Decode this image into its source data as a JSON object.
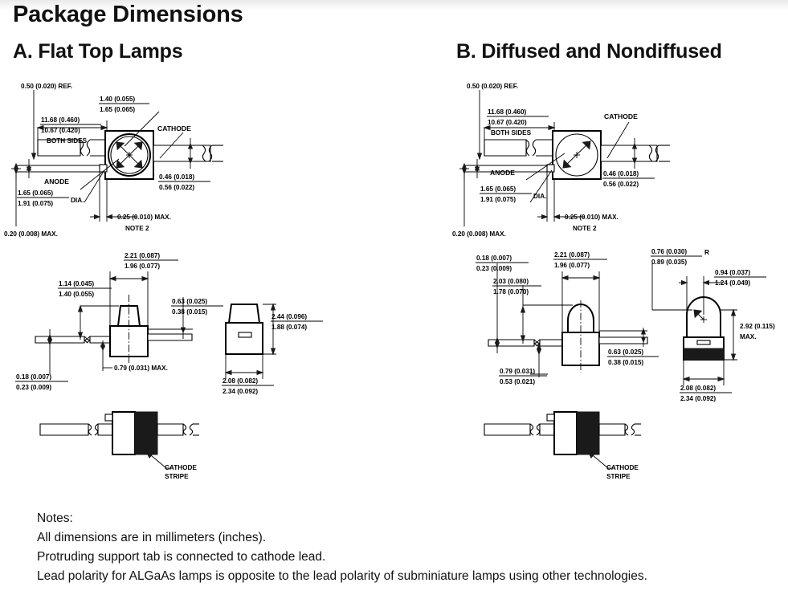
{
  "page_title": "Package Dimensions",
  "sections": {
    "a": {
      "title": "A. Flat Top Lamps",
      "top_view": {
        "d_ref": "0.50 (0.020) REF.",
        "d_flange_top": "1.40  (0.055)",
        "d_flange_bot": "1.65  (0.065)",
        "d_width_top": "11.68  (0.460)",
        "d_width_bot": "10.67  (0.420)",
        "both_sides": "BOTH SIDES",
        "cathode": "CATHODE",
        "anode": "ANODE",
        "d_lead_top": "0.46  (0.018)",
        "d_lead_bot": "0.56  (0.022)",
        "d_dia_top": "1.65  (0.065)",
        "d_dia_bot": "1.91  (0.075)",
        "dia_label": "DIA.",
        "d_max": "0.20 (0.008) MAX.",
        "d_tab": "0.25 (0.010) MAX.",
        "note2": "NOTE 2"
      },
      "side_view": {
        "d_body_w_top": "2.21  (0.087)",
        "d_body_w_bot": "1.96  (0.077)",
        "d_height_top": "1.14  (0.045)",
        "d_height_bot": "1.40  (0.055)",
        "d_lead_th_top": "0.63  (0.025)",
        "d_lead_th_bot": "0.38  (0.015)",
        "d_tab_h": "0.79 (0.031) MAX.",
        "d_lead_t_top": "0.18  (0.007)",
        "d_lead_t_bot": "0.23  (0.009)"
      },
      "end_view": {
        "d_h_top": "2.44  (0.096)",
        "d_h_bot": "1.88  (0.074)",
        "d_w_top": "2.08  (0.082)",
        "d_w_bot": "2.34  (0.092)"
      },
      "bottom_view": {
        "cathode_stripe_l1": "CATHODE",
        "cathode_stripe_l2": "STRIPE"
      }
    },
    "b": {
      "title": "B. Diffused and Nondiffused",
      "top_view": {
        "d_ref": "0.50 (0.020) REF.",
        "d_width_top": "11.68  (0.460)",
        "d_width_bot": "10.67  (0.420)",
        "both_sides": "BOTH SIDES",
        "cathode": "CATHODE",
        "anode": "ANODE",
        "d_lead_top": "0.46  (0.018)",
        "d_lead_bot": "0.56  (0.022)",
        "d_dia_top": "1.65  (0.065)",
        "d_dia_bot": "1.91  (0.075)",
        "dia_label": "DIA.",
        "d_max": "0.20 (0.008) MAX.",
        "d_tab": "0.25 (0.010) MAX.",
        "note2": "NOTE 2"
      },
      "side_view": {
        "d_lead_t_top": "0.18  (0.007)",
        "d_lead_t_bot": "0.23  (0.009)",
        "d_height_top": "2.03 (0.080)",
        "d_height_bot": "1.78 (0.070)",
        "d_body_w_top": "2.21  (0.087)",
        "d_body_w_bot": "1.96  (0.077)",
        "d_tab_top": "0.79 (0.031)",
        "d_tab_bot": "0.53 (0.021)",
        "d_lead_th_top": "0.63  (0.025)",
        "d_lead_th_bot": "0.38  (0.015)"
      },
      "end_view": {
        "d_r_top": "0.76  (0.030)",
        "d_r_bot": "0.89  (0.035)",
        "r_label": "R",
        "d_dome_top": "0.94  (0.037)",
        "d_dome_bot": "1.24  (0.049)",
        "d_h": "2.92 (0.115)",
        "d_h_max": "MAX.",
        "d_w_top": "2.08  (0.082)",
        "d_w_bot": "2.34  (0.092)"
      },
      "bottom_view": {
        "cathode_stripe_l1": "CATHODE",
        "cathode_stripe_l2": "STRIPE"
      }
    }
  },
  "notes": {
    "heading": "Notes:",
    "line1": "All dimensions are in millimeters (inches).",
    "line2": "Protruding support tab is connected to cathode lead.",
    "line3": "Lead polarity for ALGaAs lamps is opposite to the lead polarity of subminiature lamps using other technologies."
  },
  "colors": {
    "line": "#000000",
    "fill": "#ffffff",
    "stripe": "#1a1a1a",
    "background": "#ffffff"
  }
}
